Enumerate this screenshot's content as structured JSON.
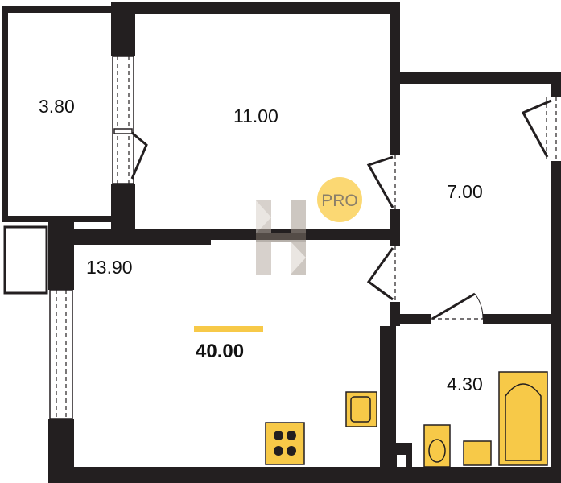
{
  "plan": {
    "rooms": [
      {
        "name": "balcony",
        "area": "3.80"
      },
      {
        "name": "bedroom",
        "area": "11.00"
      },
      {
        "name": "room-right",
        "area": "7.00"
      },
      {
        "name": "living-kitchen",
        "area": "13.90"
      },
      {
        "name": "bathroom",
        "area": "4.30"
      }
    ],
    "total_area": "40.00",
    "badge": "PRO",
    "colors": {
      "wall": "#231f20",
      "accent": "#f7c948",
      "badge": "#fbd873",
      "badge_text": "#8a7f6a"
    }
  }
}
